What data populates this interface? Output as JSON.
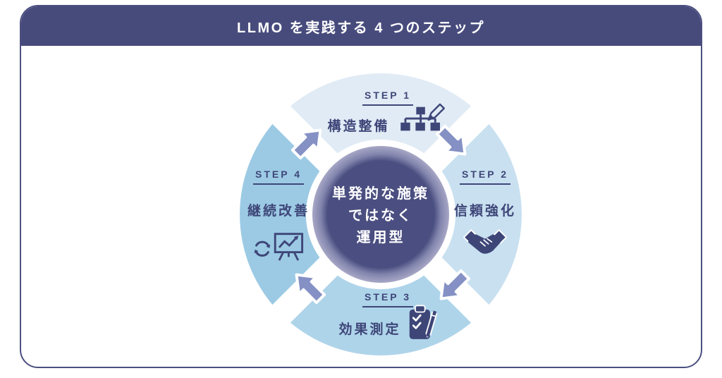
{
  "header": {
    "title": "LLMO を実践する 4 つのステップ"
  },
  "center": {
    "lines": [
      "単発的な施策",
      "ではなく",
      "運用型"
    ]
  },
  "steps": [
    {
      "label": "STEP 1",
      "title": "構造整備",
      "icon": "sitemap-pencil-icon",
      "color": "#e0ebf5"
    },
    {
      "label": "STEP 2",
      "title": "信頼強化",
      "icon": "handshake-icon",
      "color": "#c8e0f0"
    },
    {
      "label": "STEP 3",
      "title": "効果測定",
      "icon": "clipboard-checklist-icon",
      "color": "#aed4ea"
    },
    {
      "label": "STEP 4",
      "title": "継続改善",
      "icon": "refresh-chart-icon",
      "color": "#9ccae4"
    }
  ],
  "cycle": {
    "direction": "clockwise",
    "arrow_count": 4
  },
  "colors": {
    "page_bg": "#ffffff",
    "header_bg": "#474b7c",
    "card_border": "#4b4f80",
    "text_navy": "#3e4678",
    "icon_navy": "#3e4678",
    "arrow": "#8591c4",
    "center_core": "#4a4e80",
    "center_ring_mid": "#8184ac",
    "center_ring_outer": "#a7a7c6",
    "center_text": "#ffffff"
  }
}
